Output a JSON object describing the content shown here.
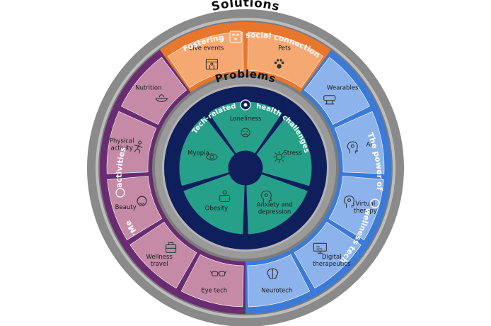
{
  "rings": {
    "outer_title": "Solutions",
    "inner_title": "Problems"
  },
  "arcs": {
    "social_left": "Fostering",
    "social_right": "social connection",
    "wellness_left": "The power of",
    "wellness_right": "wellness tech",
    "me_left": "'Me",
    "me_right": "activities'",
    "problems": "Tech-related",
    "problems_right": "health challenges"
  },
  "solutions": {
    "orange": [
      "Live events",
      "Pets"
    ],
    "blue": [
      "Wearables",
      "AI",
      "Virtual therapy",
      "Digital therapeutics",
      "Neurotech"
    ],
    "purple": [
      "Eye tech",
      "Wellness travel",
      "Beauty",
      "Physical activity",
      "Nutrition"
    ]
  },
  "problems": [
    "Loneliness",
    "Stress",
    "Anxiety and depression",
    "Obesity",
    "Myopia"
  ],
  "colors": {
    "outer_ring": "#8a8a8a",
    "inner_ring": "#9a9a9a",
    "orange": "#e8762c",
    "orange_seg": "#f6a873",
    "blue": "#3b7ad6",
    "blue_seg": "#8db3ec",
    "purple": "#6a2c70",
    "purple_seg": "#c48aa6",
    "navy": "#0e1f5c",
    "teal": "#27a08a"
  }
}
